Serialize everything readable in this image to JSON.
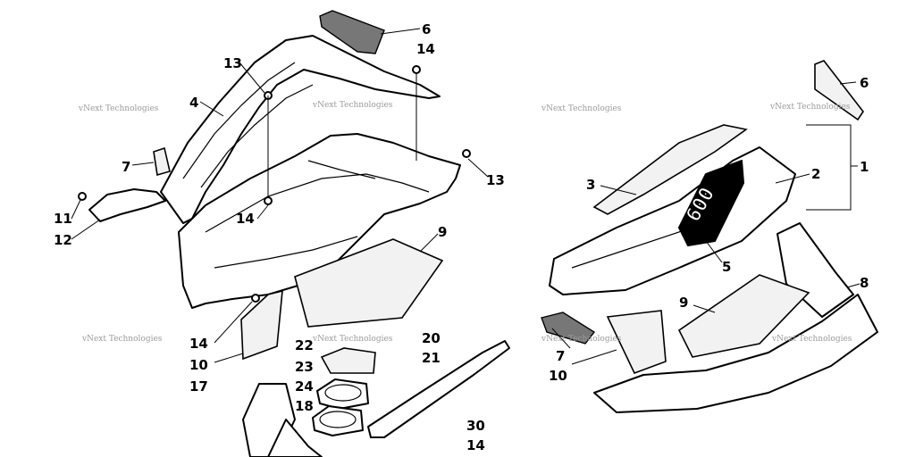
{
  "watermark": "vNext Technologies",
  "decal_text": "600",
  "callouts": {
    "c1": "1",
    "c2": "2",
    "c3": "3",
    "c4": "4",
    "c5": "5",
    "c6a": "6",
    "c6b": "6",
    "c7a": "7",
    "c7b": "7",
    "c8": "8",
    "c9a": "9",
    "c9b": "9",
    "c10a": "10",
    "c10b": "10",
    "c11": "11",
    "c12": "12",
    "c13a": "13",
    "c13b": "13",
    "c14a": "14",
    "c14b": "14",
    "c14c": "14",
    "c14d": "14",
    "c17": "17",
    "c18": "18",
    "c20": "20",
    "c21": "21",
    "c22": "22",
    "c23": "23",
    "c24": "24",
    "c30": "30"
  },
  "colors": {
    "line": "#000000",
    "mesh": "#777777",
    "watermark": "#9a9a9a",
    "background": "#ffffff"
  }
}
